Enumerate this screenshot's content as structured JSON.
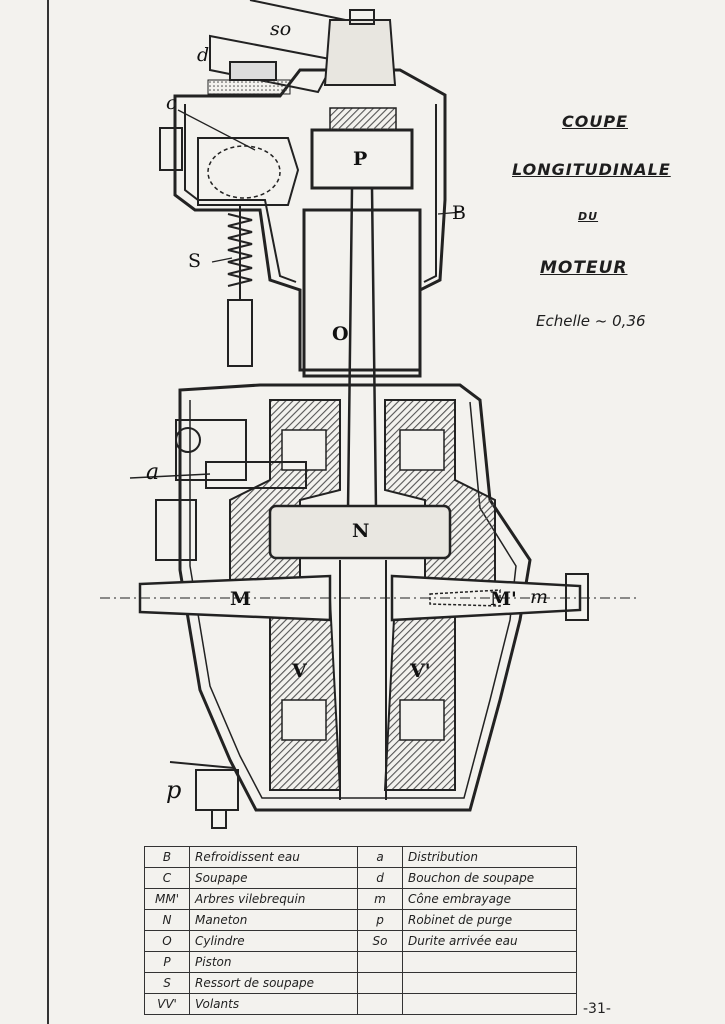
{
  "title": {
    "line1": "COUPE",
    "line2": "LONGITUDINALE",
    "line3": "DU",
    "line4": "MOTEUR",
    "scale": "Echelle ~ 0,36"
  },
  "labels": {
    "so": "so",
    "d": "d",
    "c": "c",
    "P": "P",
    "B": "B",
    "S": "S",
    "O": "O",
    "a": "a",
    "N": "N",
    "M": "M",
    "M_prime": "M'",
    "m": "m",
    "V": "V",
    "V_prime": "V'",
    "p": "p"
  },
  "legend": [
    {
      "code": "B",
      "desc": "Refroidissent eau",
      "code2": "a",
      "desc2": "Distribution"
    },
    {
      "code": "C",
      "desc": "Soupape",
      "code2": "d",
      "desc2": "Bouchon de soupape"
    },
    {
      "code": "MM'",
      "desc": "Arbres vilebrequin",
      "code2": "m",
      "desc2": "Cône embrayage"
    },
    {
      "code": "N",
      "desc": "Maneton",
      "code2": "p",
      "desc2": "Robinet de purge"
    },
    {
      "code": "O",
      "desc": "Cylindre",
      "code2": "So",
      "desc2": "Durite arrivée eau"
    },
    {
      "code": "P",
      "desc": "Piston",
      "code2": "",
      "desc2": ""
    },
    {
      "code": "S",
      "desc": "Ressort de soupape",
      "code2": "",
      "desc2": ""
    },
    {
      "code": "VV'",
      "desc": "Volants",
      "code2": "",
      "desc2": ""
    }
  ],
  "page_number": "-31-",
  "colors": {
    "ink": "#222222",
    "hatch": "#6a6a6a",
    "paper": "#f3f2ee"
  }
}
